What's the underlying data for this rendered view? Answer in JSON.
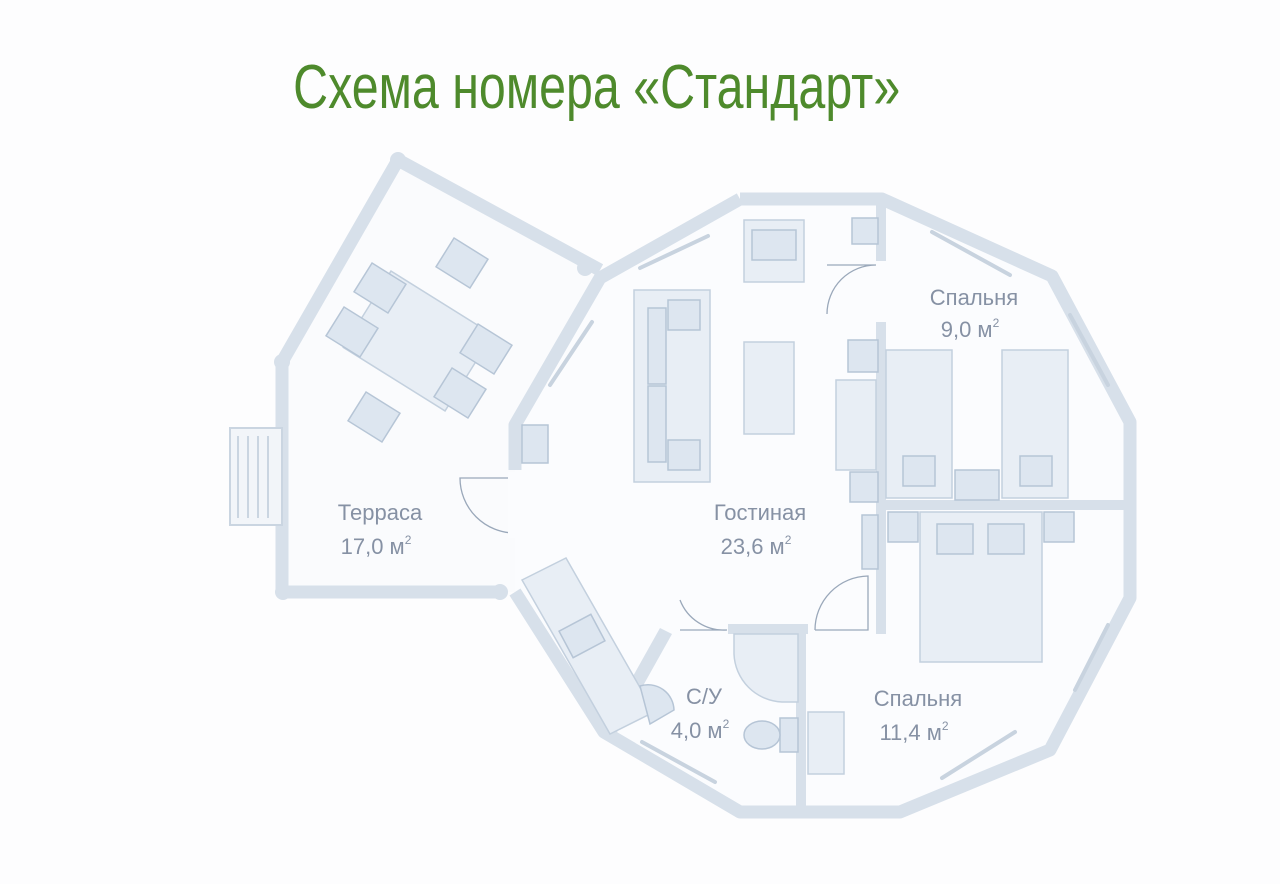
{
  "title": "Схема номера «Стандарт»",
  "rooms": {
    "terrace": {
      "name": "Терраса",
      "area": "17,0 м",
      "sup": "2"
    },
    "living": {
      "name": "Гостиная",
      "area": "23,6 м",
      "sup": "2"
    },
    "bedroom1": {
      "name": "Спальня",
      "area": "9,0 м",
      "sup": "2"
    },
    "bedroom2": {
      "name": "Спальня",
      "area": "11,4 м",
      "sup": "2"
    },
    "bathroom": {
      "name": "С/У",
      "area": "4,0 м",
      "sup": "2"
    }
  },
  "colors": {
    "title": "#4e8a2c",
    "walls": "#d7e0ea",
    "labels": "#8691a4"
  }
}
